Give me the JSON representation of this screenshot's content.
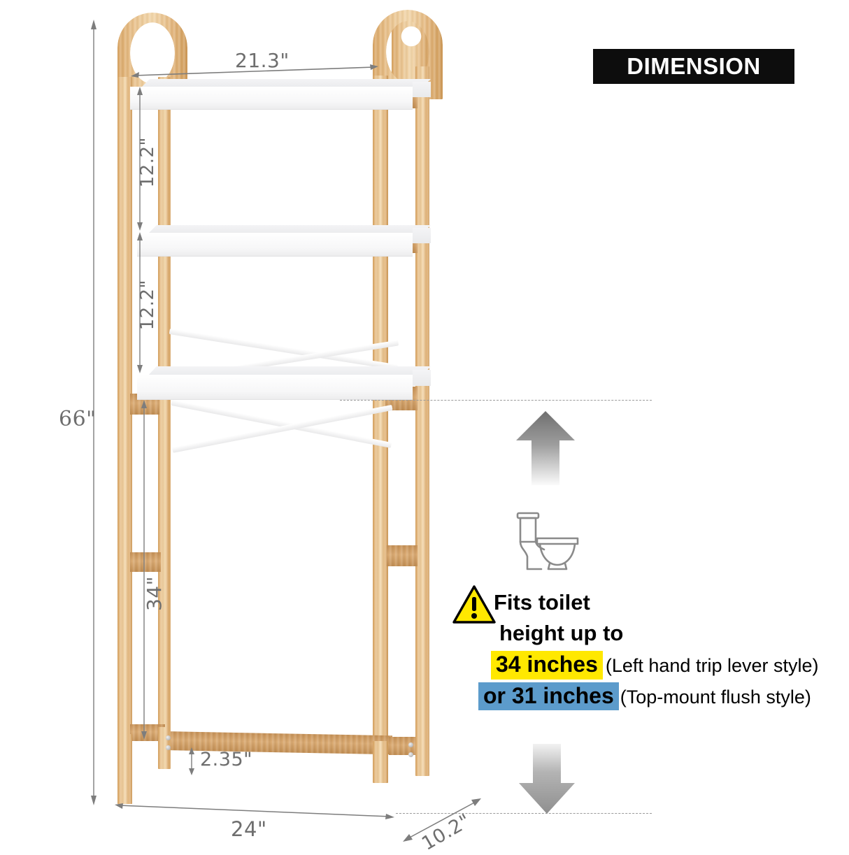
{
  "badge": {
    "label": "DIMENSION"
  },
  "dimensions": {
    "width_top_shelf": "21.3\"",
    "shelf_gap_1": "12.2\"",
    "shelf_gap_2": "12.2\"",
    "total_height": "66\"",
    "clearance_height": "34\"",
    "base_rail_height": "2.35\"",
    "overall_width": "24\"",
    "overall_depth": "10.2\""
  },
  "notice": {
    "warning_icon": "warning-triangle-icon",
    "line1": "Fits toilet",
    "line2": "height up to",
    "highlight_primary": "34 inches",
    "highlight_primary_note": "(Left hand trip lever style)",
    "highlight_secondary": "or 31 inches",
    "highlight_secondary_note": "(Top-mount flush style)"
  },
  "icons": {
    "toilet": "toilet-icon",
    "arrow_up": "arrow-up-icon",
    "arrow_down": "arrow-down-icon"
  },
  "colors": {
    "badge_bg": "#0d0d0d",
    "badge_text": "#ffffff",
    "highlight_yellow": "#ffe800",
    "highlight_blue": "#5c9bcb",
    "dimension_text": "#6e6e6e",
    "wood": "#e3b67d",
    "shelf_white": "#ffffff",
    "warning_yellow": "#ffe800"
  }
}
